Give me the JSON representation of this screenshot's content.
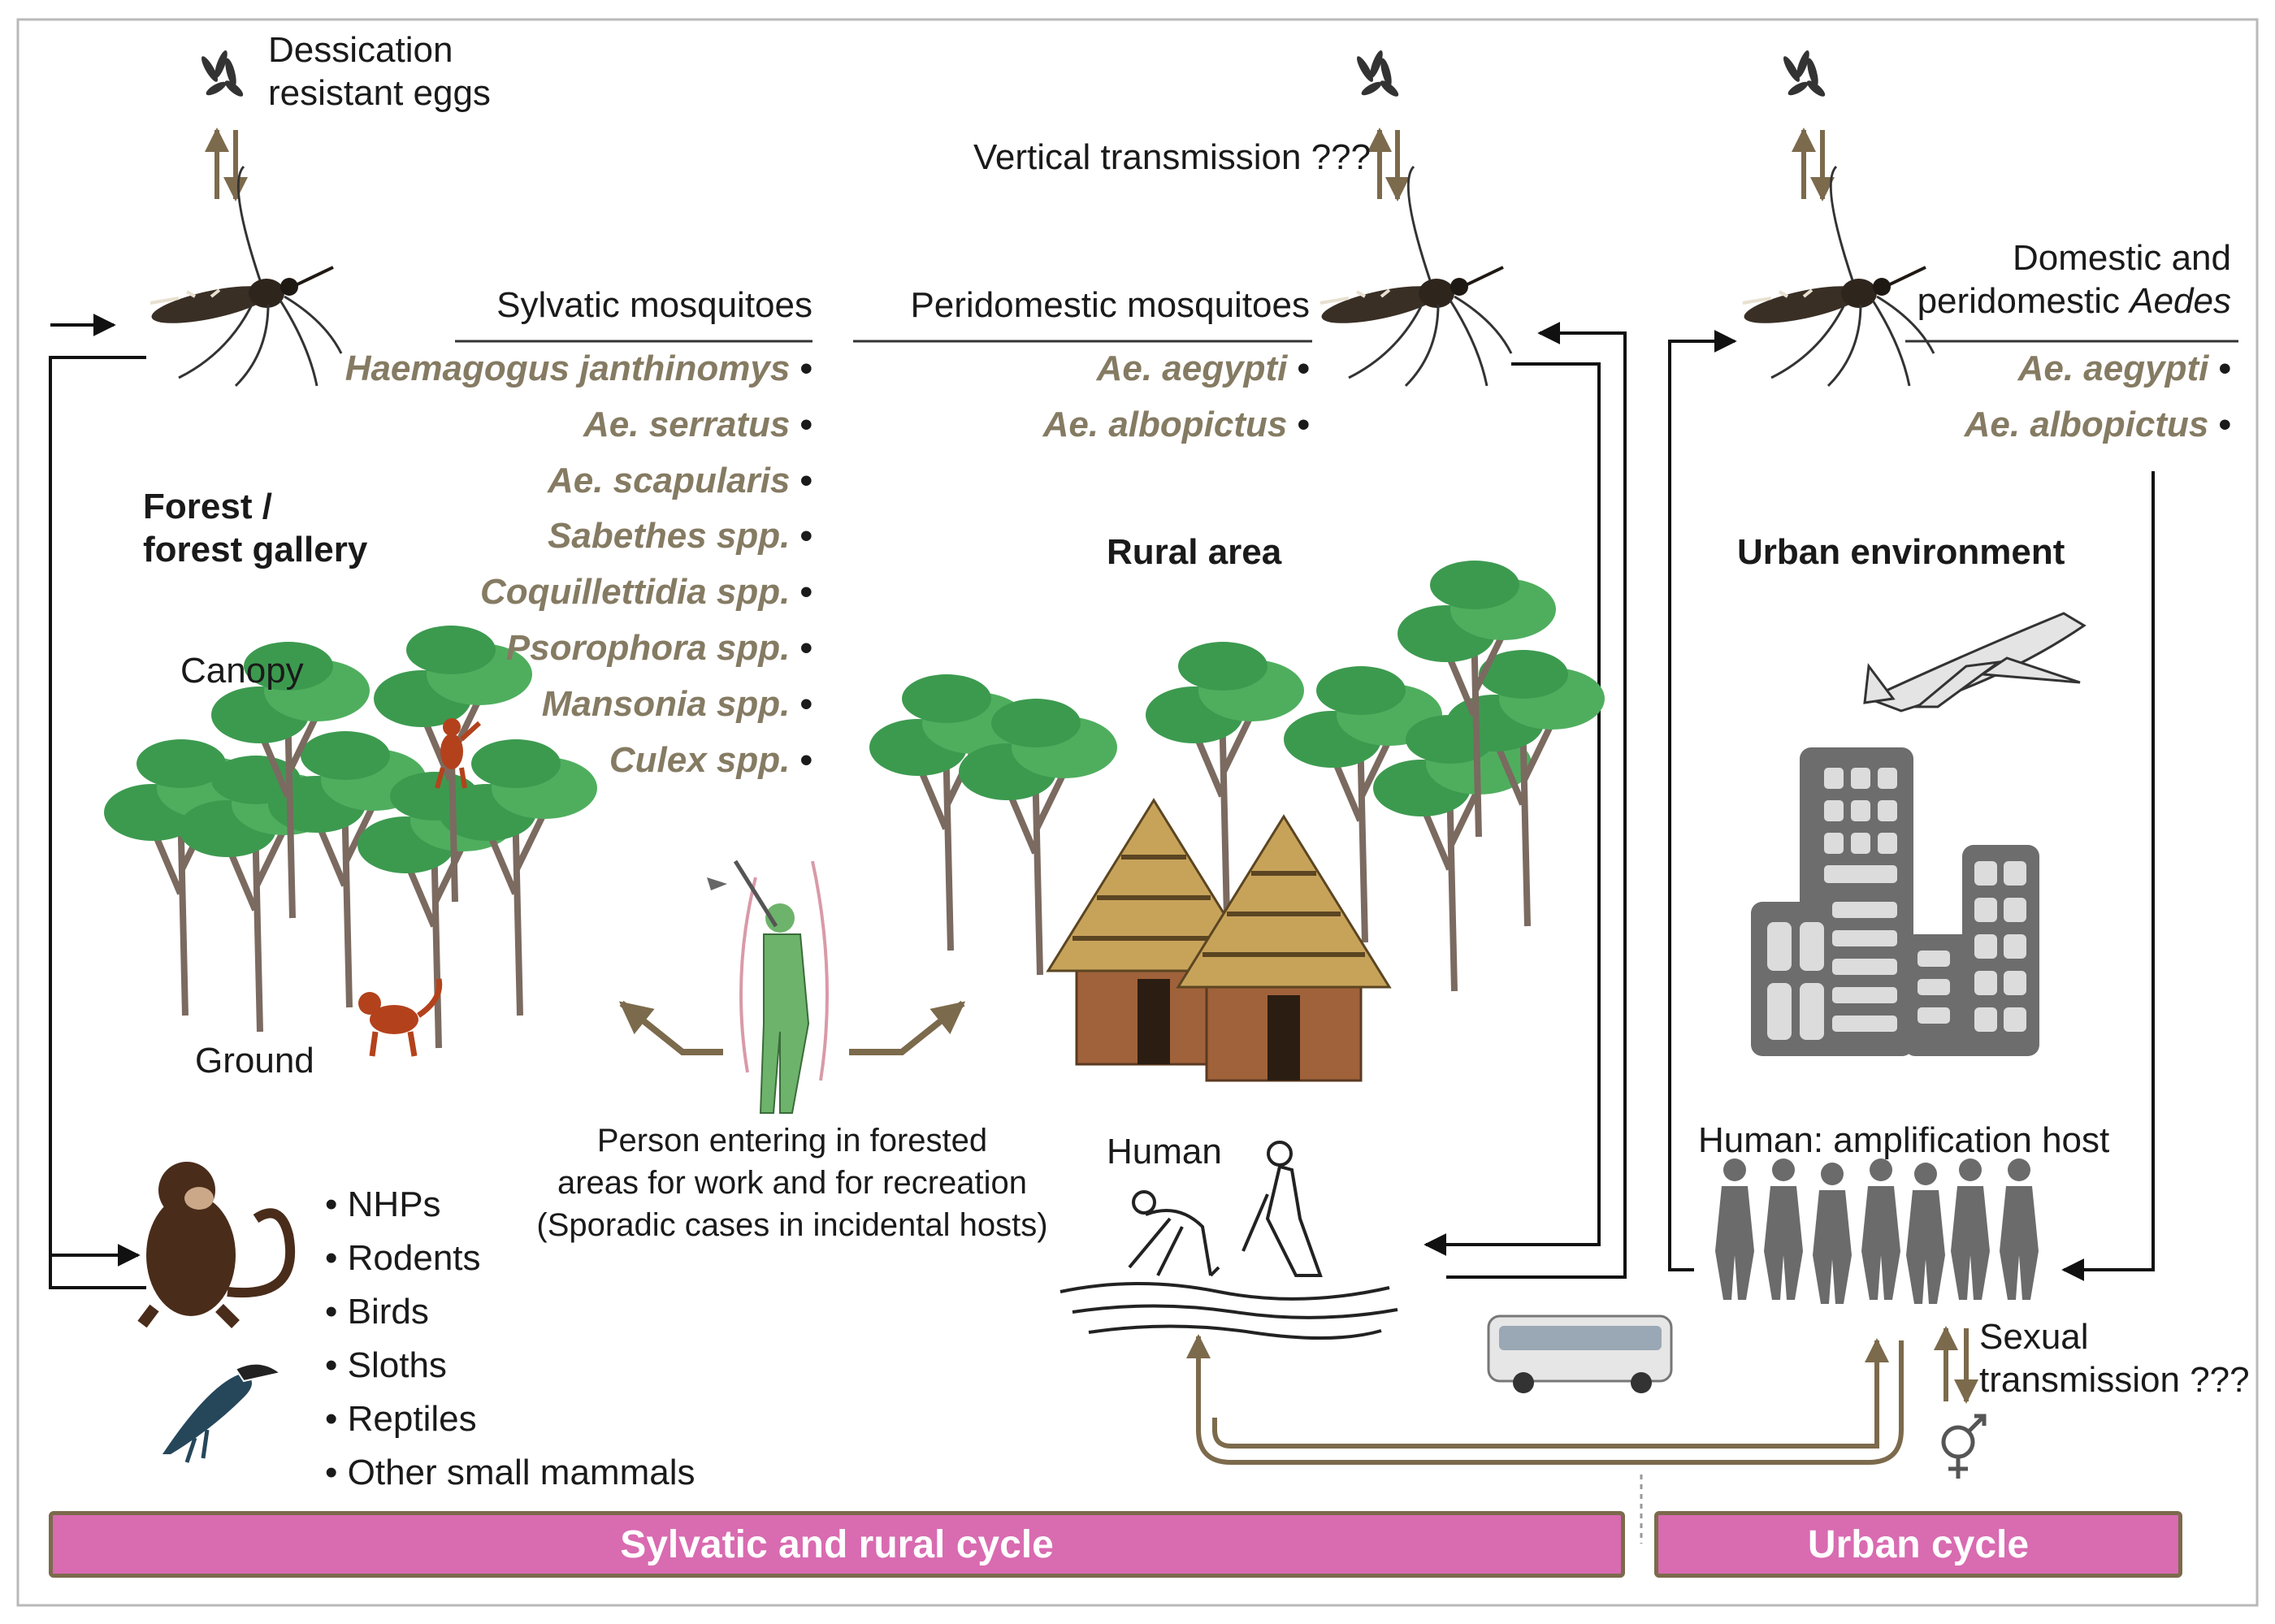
{
  "eggs": {
    "label_line1": "Dessication",
    "label_line2": "resistant eggs"
  },
  "vertical_transmission": "Vertical transmission ???",
  "sylvatic": {
    "header": "Sylvatic mosquitoes",
    "species": [
      "Haemagogus janthinomys",
      "Ae. serratus",
      "Ae. scapularis",
      "Sabethes spp.",
      "Coquillettidia spp.",
      "Psorophora spp.",
      "Mansonia spp.",
      "Culex spp."
    ]
  },
  "peridomestic": {
    "header": "Peridomestic mosquitoes",
    "species": [
      "Ae. aegypti",
      "Ae. albopictus"
    ]
  },
  "domestic": {
    "header_line1": "Domestic and",
    "header_line2_plain": "peridomestic ",
    "header_line2_italic": "Aedes",
    "species": [
      "Ae. aegypti",
      "Ae. albopictus"
    ]
  },
  "areas": {
    "forest_line1": "Forest /",
    "forest_line2": "forest gallery",
    "rural": "Rural area",
    "urban": "Urban environment"
  },
  "forest_levels": {
    "canopy": "Canopy",
    "ground": "Ground"
  },
  "person_entering": {
    "line1": "Person entering in forested",
    "line2": "areas for work and for recreation",
    "line3": "(Sporadic cases in incidental hosts)"
  },
  "human_rural": "Human",
  "human_urban": "Human: amplification host",
  "hosts": [
    "NHPs",
    "Rodents",
    "Birds",
    "Sloths",
    "Reptiles",
    "Other small mammals"
  ],
  "sexual_transmission": {
    "line1": "Sexual",
    "line2": "transmission ???"
  },
  "cycles": {
    "sylvatic_rural": "Sylvatic and rural cycle",
    "urban": "Urban cycle"
  },
  "colors": {
    "species_text": "#857b63",
    "arrow_brown": "#7c6a4c",
    "cycle_bar": "#d96bb1",
    "tree_green": "#3c9a4f",
    "hut_brown": "#a0623a",
    "building_grey": "#6d6d6d"
  }
}
